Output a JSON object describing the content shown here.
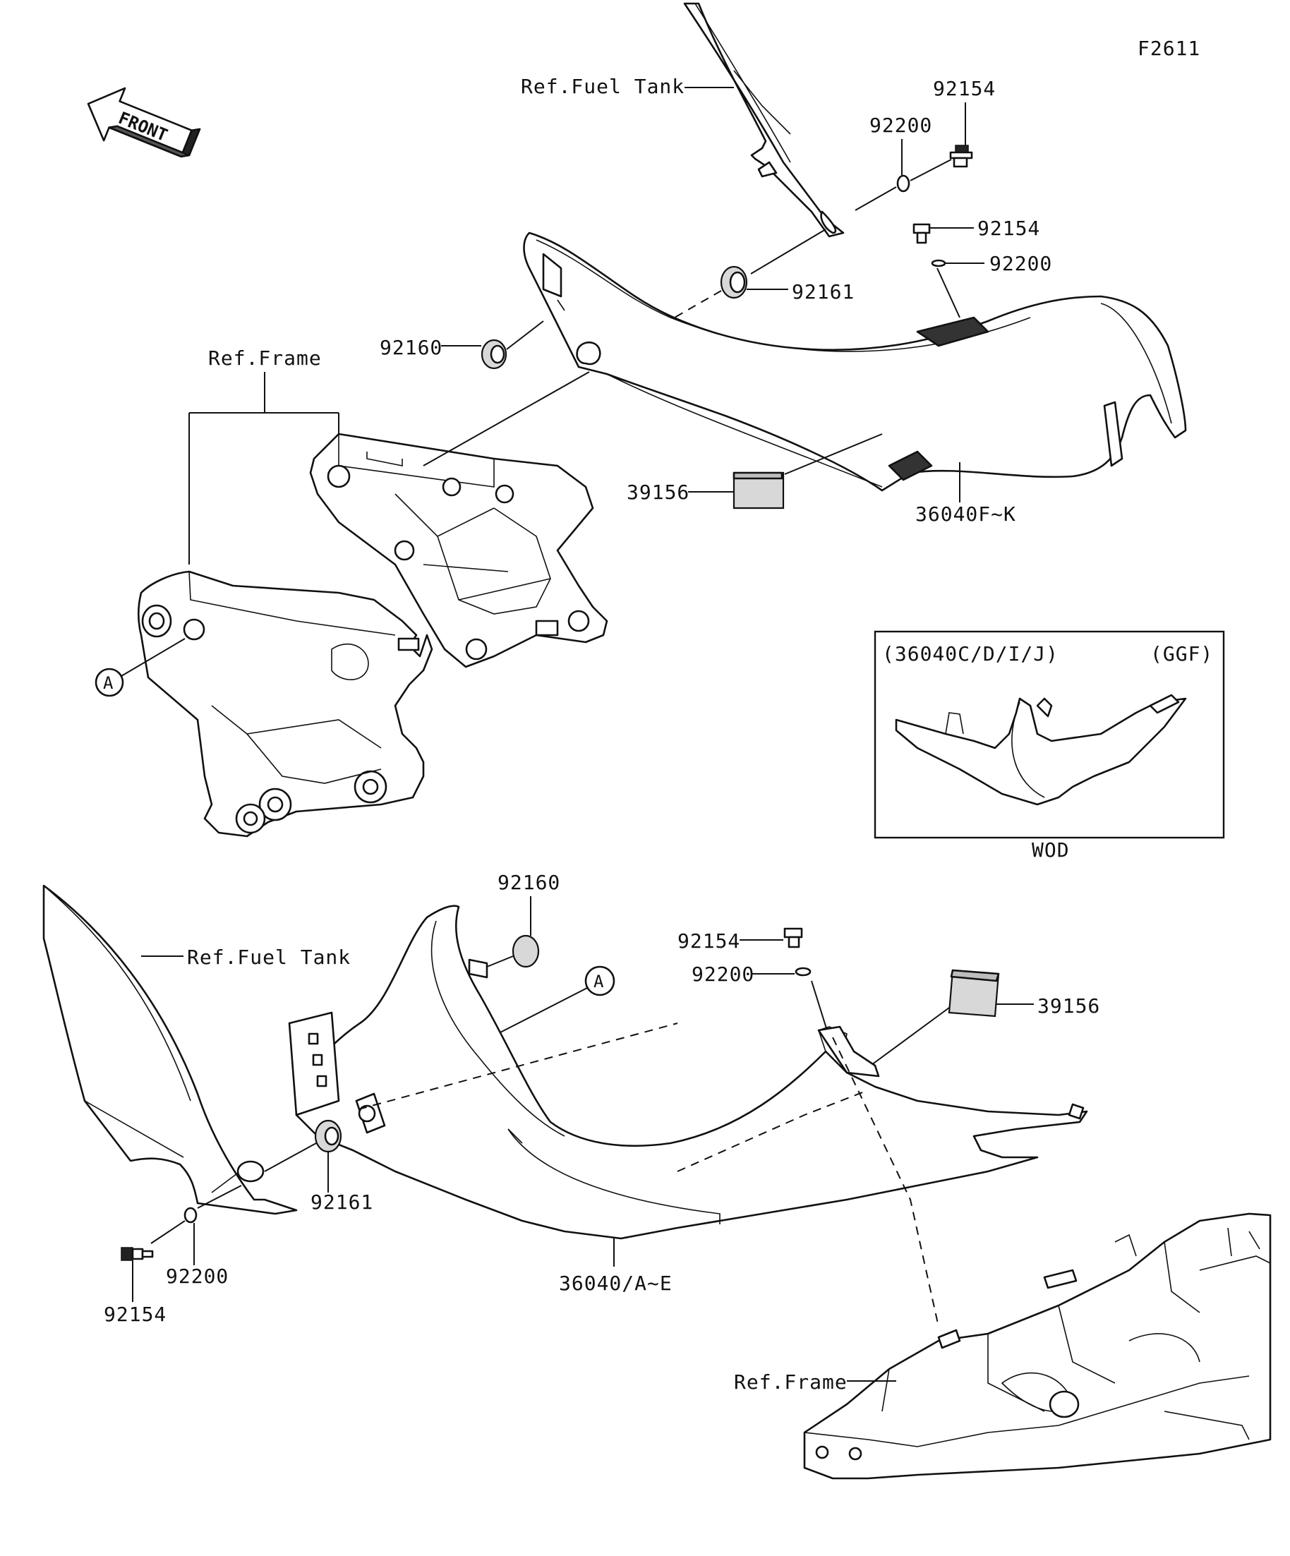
{
  "figure_code": "F2611",
  "front_arrow": {
    "text": "FRONT",
    "icon": "front-direction-arrow-icon"
  },
  "top_assembly": {
    "ref_fuel_tank": "Ref.Fuel Tank",
    "ref_frame": "Ref.Frame",
    "bolt_upper": "92154",
    "washer_upper": "92200",
    "bolt_right": "92154",
    "washer_right": "92200",
    "grommet_right": "92161",
    "grommet_left": "92160",
    "pad": "39156",
    "cover": "36040F~K",
    "callout_a": "A"
  },
  "inset": {
    "title_left": "(36040C/D/I/J)",
    "title_right": "(GGF)",
    "caption": "WOD"
  },
  "bottom_assembly": {
    "ref_fuel_tank": "Ref.Fuel Tank",
    "ref_frame": "Ref.Frame",
    "grommet_top": "92160",
    "callout_a": "A",
    "bolt_top": "92154",
    "washer_top": "92200",
    "pad": "39156",
    "grommet_bottom": "92161",
    "washer_bottom": "92200",
    "bolt_bottom": "92154",
    "cover": "36040/A~E"
  }
}
